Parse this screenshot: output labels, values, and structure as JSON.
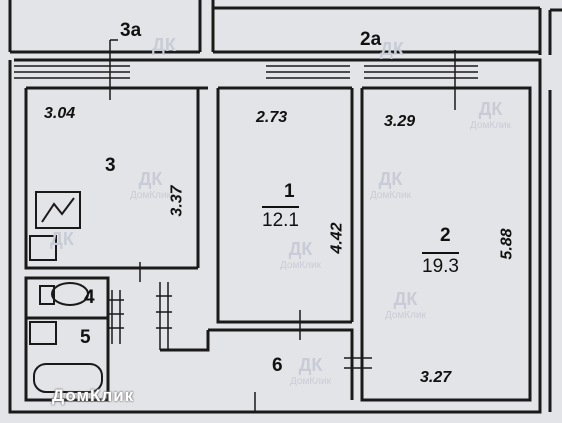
{
  "rooms": [
    {
      "id": "3a",
      "label": "3а"
    },
    {
      "id": "2a",
      "label": "2а"
    },
    {
      "id": "3",
      "label": "3",
      "width": "3.04",
      "height": "3.37"
    },
    {
      "id": "1",
      "label": "1",
      "area": "12.1",
      "width": "2.73",
      "height": "4.42"
    },
    {
      "id": "2",
      "label": "2",
      "area": "19.3",
      "width_top": "3.29",
      "width_bottom": "3.27",
      "height": "5.88"
    },
    {
      "id": "4",
      "label": "4"
    },
    {
      "id": "5",
      "label": "5"
    },
    {
      "id": "6",
      "label": "6"
    }
  ],
  "watermark": {
    "logo": "ДК",
    "text": "ДомКлик"
  },
  "brand": "ДомКлик",
  "colors": {
    "background": "#e3e4e8",
    "wall": "#1a1a1a",
    "watermark": "#c9ccd6"
  }
}
